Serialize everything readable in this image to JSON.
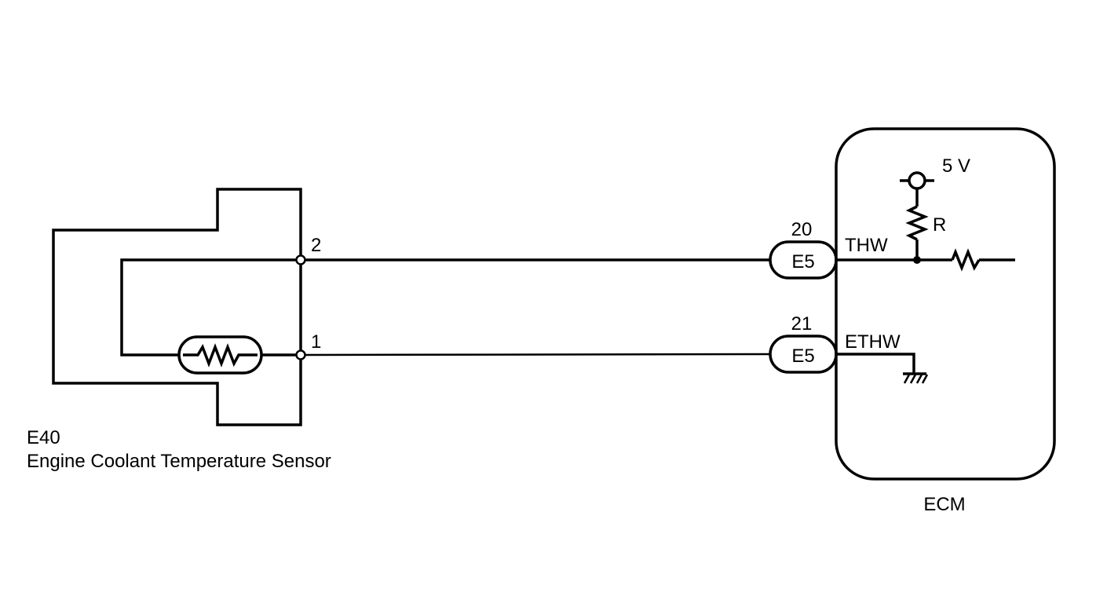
{
  "sensor": {
    "code": "E40",
    "name": "Engine Coolant Temperature Sensor",
    "pin_upper": "2",
    "pin_lower": "1"
  },
  "ecm": {
    "label": "ECM",
    "supply_label": "5 V",
    "resistor_label": "R",
    "signal_upper": "THW",
    "signal_lower": "ETHW"
  },
  "connectors": [
    {
      "pin": "20",
      "code": "E5"
    },
    {
      "pin": "21",
      "code": "E5"
    }
  ]
}
